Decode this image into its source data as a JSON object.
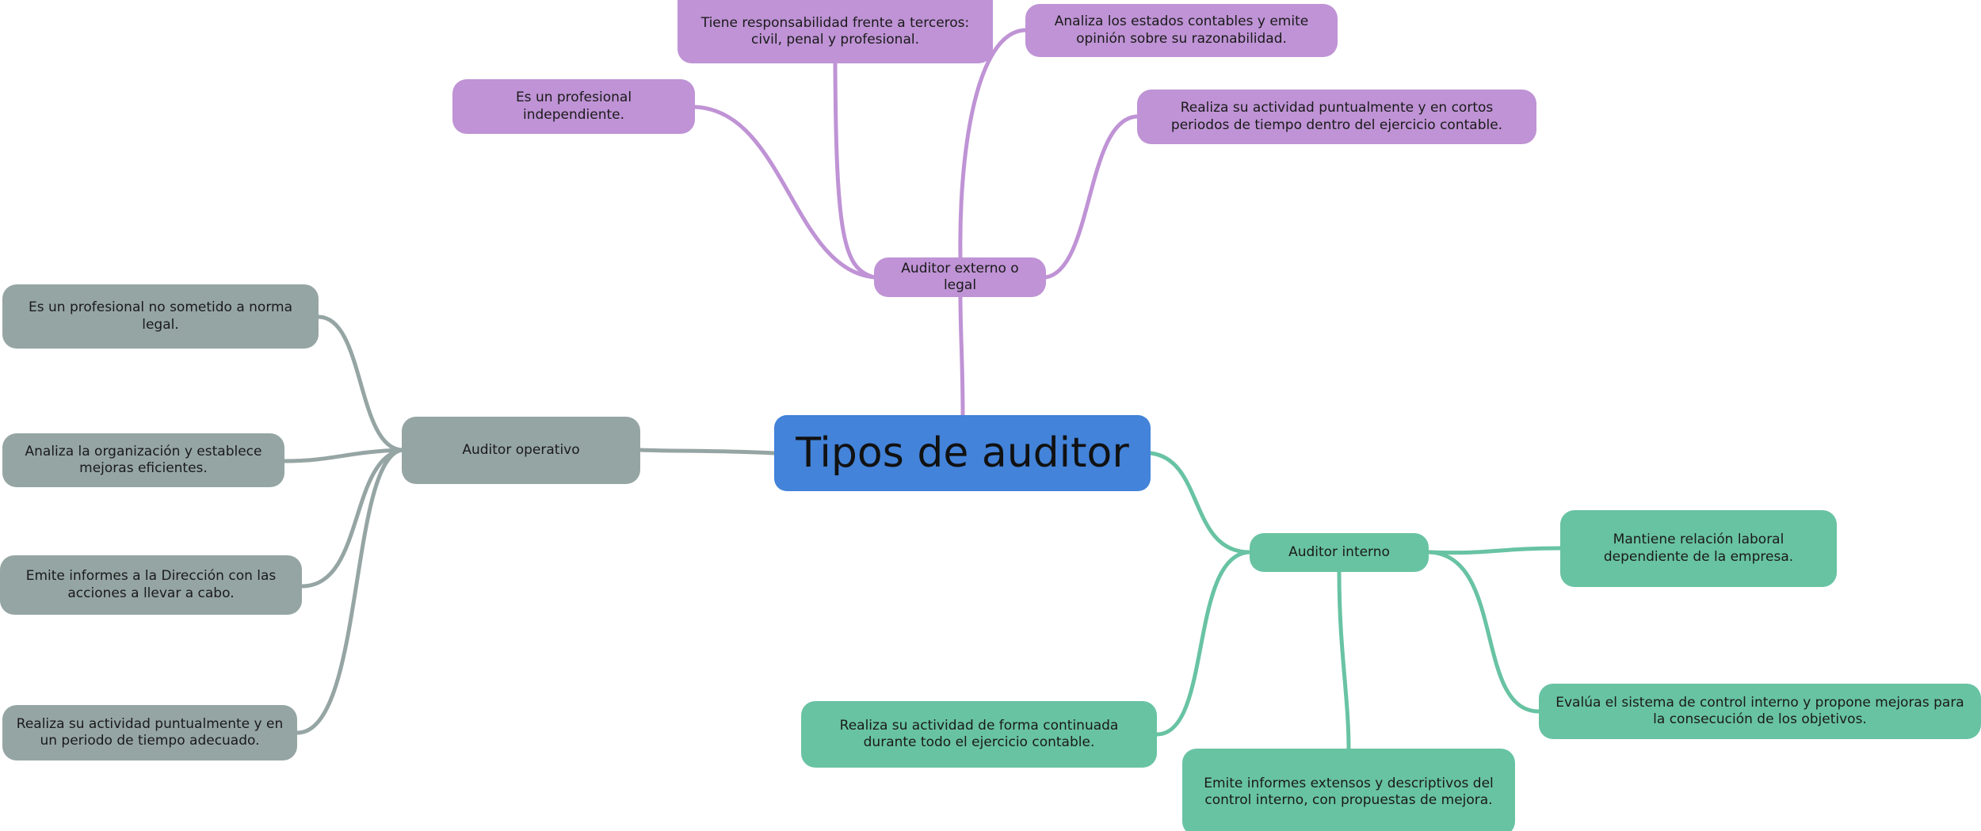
{
  "root": {
    "label": "Tipos de auditor",
    "color": "#4383d9"
  },
  "branches": {
    "externo": {
      "label": "Auditor externo o legal",
      "color": "#bf93d5",
      "children": [
        "Tiene responsabilidad frente a terceros: civil, penal y profesional.",
        "Analiza los estados contables y emite opinión sobre su razonabilidad.",
        "Es un profesional independiente.",
        "Realiza su actividad puntualmente y en cortos periodos de tiempo dentro del ejercicio contable."
      ]
    },
    "operativo": {
      "label": "Auditor operativo",
      "color": "#95a5a4",
      "children": [
        "Es un profesional no sometido a norma legal.",
        "Analiza la organización y establece mejoras eficientes.",
        "Emite informes a la Dirección con las acciones a llevar a cabo.",
        "Realiza su actividad puntualmente y en un periodo de tiempo adecuado."
      ]
    },
    "interno": {
      "label": "Auditor interno",
      "color": "#68c3a3",
      "children": [
        "Mantiene relación laboral dependiente de la empresa.",
        "Evalúa el sistema de control interno y propone mejoras para la consecución de los objetivos.",
        "Realiza su actividad de forma continuada durante todo el ejercicio contable.",
        "Emite informes extensos y descriptivos del control interno, con propuestas de mejora."
      ]
    }
  }
}
